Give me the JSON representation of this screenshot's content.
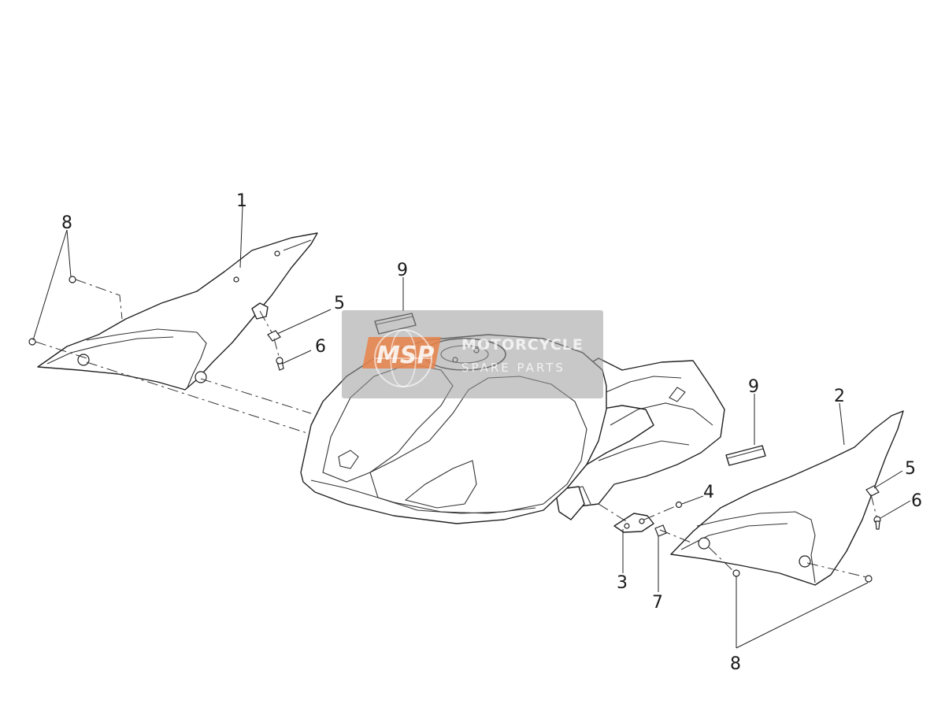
{
  "callouts": {
    "c1": "1",
    "c2": "2",
    "c3": "3",
    "c4": "4",
    "c5_left": "5",
    "c5_right": "5",
    "c6_left": "6",
    "c6_right": "6",
    "c7": "7",
    "c8_left": "8",
    "c8_right": "8",
    "c9_left": "9",
    "c9_right": "9"
  },
  "watermark": {
    "logo": "MSP",
    "line1": "MOTORCYCLE",
    "line2": "SPARE PARTS",
    "color": "#e8834a",
    "panel_color": "#9a9a9a"
  }
}
